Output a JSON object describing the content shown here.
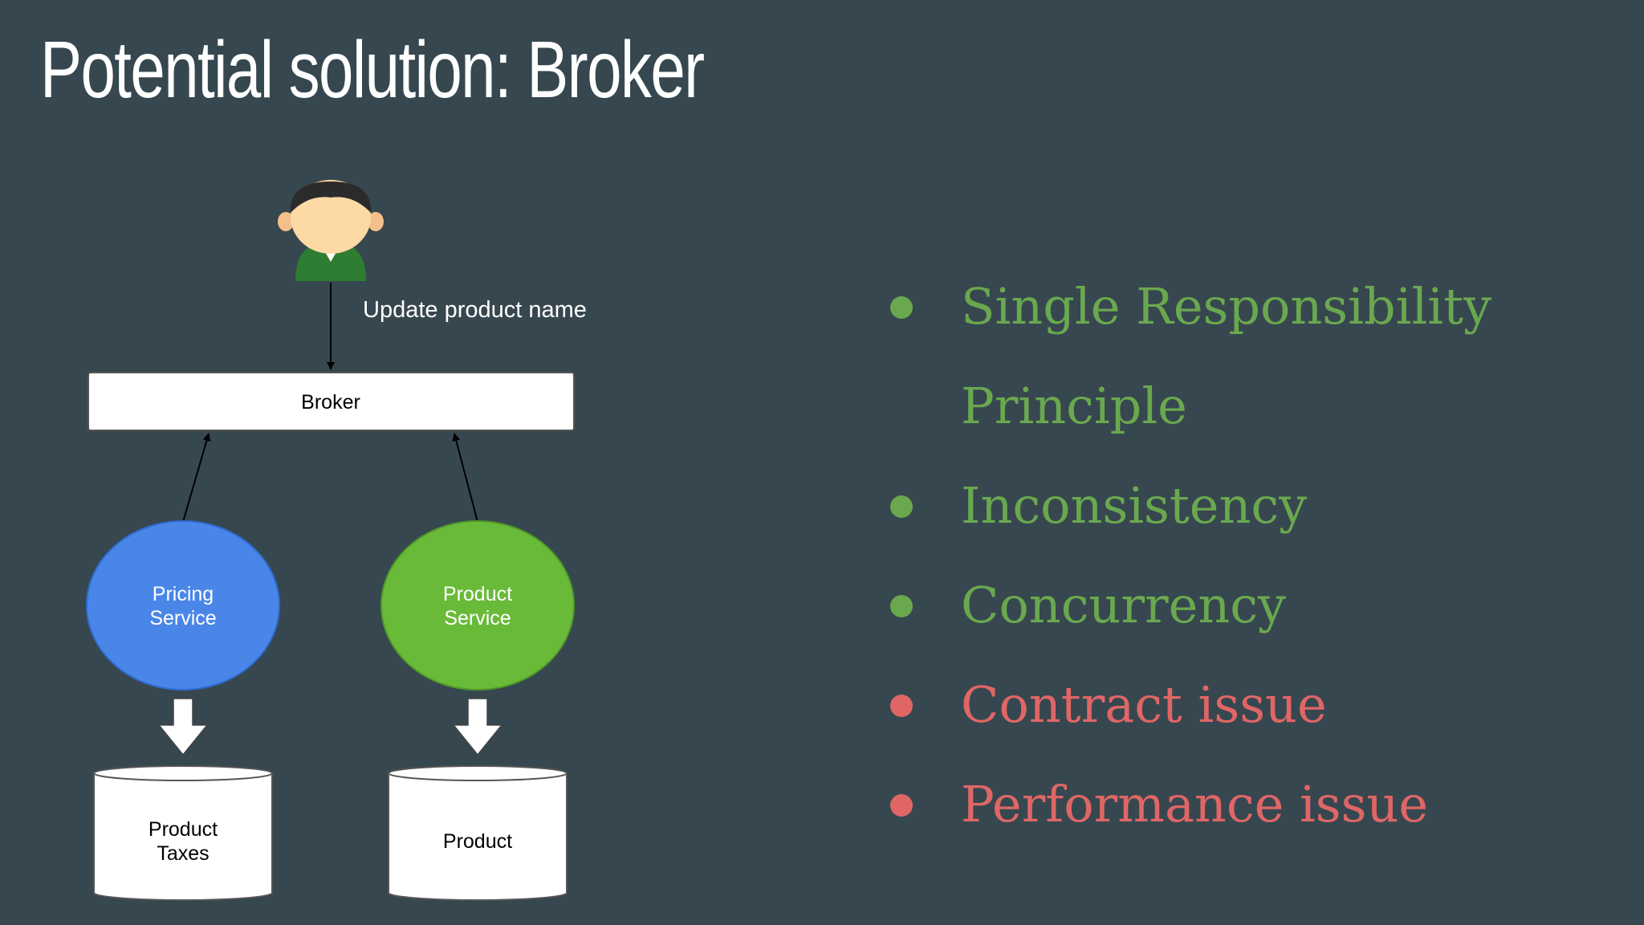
{
  "title": "Potential solution: Broker",
  "diagram": {
    "user_action": "Update product name",
    "broker": "Broker",
    "pricing_service": [
      "Pricing",
      "Service"
    ],
    "product_service": [
      "Product",
      "Service"
    ],
    "product_taxes_db": [
      "Product",
      "Taxes"
    ],
    "product_db": "Product"
  },
  "bullets": [
    {
      "text": "Single Responsibility Principle",
      "status": "good"
    },
    {
      "text": "Inconsistency",
      "status": "good"
    },
    {
      "text": "Concurrency",
      "status": "good"
    },
    {
      "text": "Contract issue",
      "status": "bad"
    },
    {
      "text": "Performance issue",
      "status": "bad"
    }
  ],
  "colors": {
    "background": "#37474f",
    "good": "#6aa84f",
    "bad": "#e06666",
    "pricing_service": "#4a86e8",
    "product_service": "#6aba3a"
  }
}
